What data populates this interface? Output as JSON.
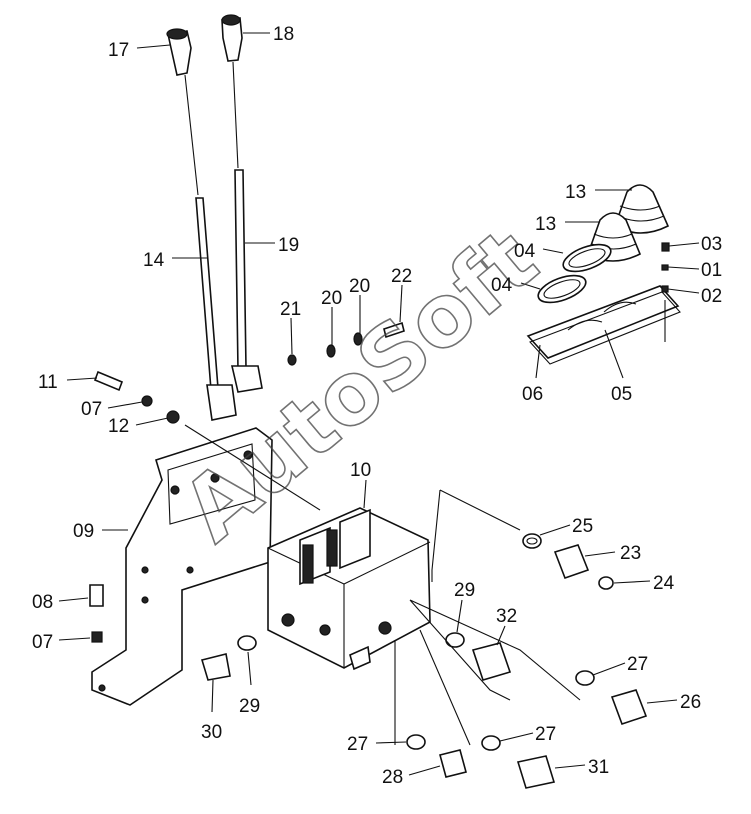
{
  "watermark": "AutoSoft",
  "callouts": [
    {
      "id": "c17",
      "text": "17"
    },
    {
      "id": "c18",
      "text": "18"
    },
    {
      "id": "c14",
      "text": "14"
    },
    {
      "id": "c19",
      "text": "19"
    },
    {
      "id": "c21",
      "text": "21"
    },
    {
      "id": "c20a",
      "text": "20"
    },
    {
      "id": "c20b",
      "text": "20"
    },
    {
      "id": "c22",
      "text": "22"
    },
    {
      "id": "c13a",
      "text": "13"
    },
    {
      "id": "c13b",
      "text": "13"
    },
    {
      "id": "c04a",
      "text": "04"
    },
    {
      "id": "c04b",
      "text": "04"
    },
    {
      "id": "c03",
      "text": "03"
    },
    {
      "id": "c01",
      "text": "01"
    },
    {
      "id": "c02",
      "text": "02"
    },
    {
      "id": "c06",
      "text": "06"
    },
    {
      "id": "c05",
      "text": "05"
    },
    {
      "id": "c11",
      "text": "11"
    },
    {
      "id": "c07a",
      "text": "07"
    },
    {
      "id": "c12",
      "text": "12"
    },
    {
      "id": "c10",
      "text": "10"
    },
    {
      "id": "c09",
      "text": "09"
    },
    {
      "id": "c25",
      "text": "25"
    },
    {
      "id": "c23",
      "text": "23"
    },
    {
      "id": "c24",
      "text": "24"
    },
    {
      "id": "c29a",
      "text": "29"
    },
    {
      "id": "c32",
      "text": "32"
    },
    {
      "id": "c08",
      "text": "08"
    },
    {
      "id": "c07b",
      "text": "07"
    },
    {
      "id": "c27a",
      "text": "27"
    },
    {
      "id": "c26",
      "text": "26"
    },
    {
      "id": "c29b",
      "text": "29"
    },
    {
      "id": "c30",
      "text": "30"
    },
    {
      "id": "c27b",
      "text": "27"
    },
    {
      "id": "c27c",
      "text": "27"
    },
    {
      "id": "c28",
      "text": "28"
    },
    {
      "id": "c31",
      "text": "31"
    }
  ]
}
